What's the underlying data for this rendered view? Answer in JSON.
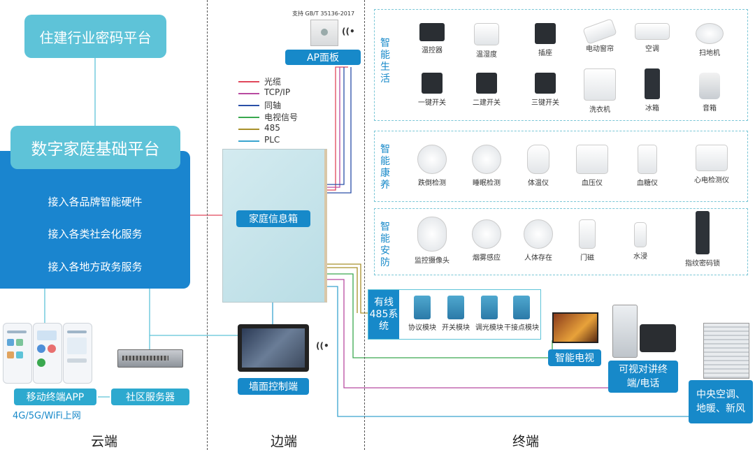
{
  "regions": {
    "cloud": "云端",
    "edge": "边端",
    "terminal": "终端"
  },
  "cloud": {
    "platform_top": "住建行业密码平台",
    "platform_main": "数字家庭基础平台",
    "services": [
      "接入各品牌智能硬件",
      "接入各类社会化服务",
      "接入各地方政务服务"
    ],
    "mobile_app": "移动终端APP",
    "network_note": "4G/5G/WiFi上网",
    "community_server": "社区服务器"
  },
  "edge": {
    "standard_note": "支持 GB/T 35136-2017",
    "ap_panel": "AP面板",
    "info_box": "家庭信息箱",
    "wall_control": "墙面控制端",
    "legend": [
      {
        "label": "光缆",
        "color": "#e0475b"
      },
      {
        "label": "TCP/IP",
        "color": "#b84aa0"
      },
      {
        "label": "同轴",
        "color": "#2a4fa8"
      },
      {
        "label": "电视信号",
        "color": "#3aa84f"
      },
      {
        "label": "485",
        "color": "#a8902a"
      },
      {
        "label": "PLC",
        "color": "#3aa5cf"
      }
    ]
  },
  "terminal": {
    "smart_life": {
      "title": "智能生活",
      "devices": [
        "温控器",
        "温湿度",
        "插座",
        "电动窗帘",
        "空调",
        "扫地机",
        "一键开关",
        "二建开关",
        "三键开关",
        "洗衣机",
        "冰箱",
        "音箱"
      ]
    },
    "smart_health": {
      "title": "智能康养",
      "devices": [
        "跌倒检测",
        "睡眠检测",
        "体温仪",
        "血压仪",
        "血糖仪",
        "心电检测仪"
      ]
    },
    "smart_security": {
      "title": "智能安防",
      "devices": [
        "监控摄像头",
        "烟雾感应",
        "人体存在",
        "门磁",
        "水浸",
        "指纹密码锁"
      ]
    },
    "rs485": {
      "title": "有线485系统",
      "modules": [
        "协议模块",
        "开关模块",
        "调光模块",
        "干接点模块"
      ]
    },
    "smart_tv": "智能电视",
    "intercom": "可视对讲终端/电话",
    "central_ac": "中央空调、地暖、新风"
  }
}
